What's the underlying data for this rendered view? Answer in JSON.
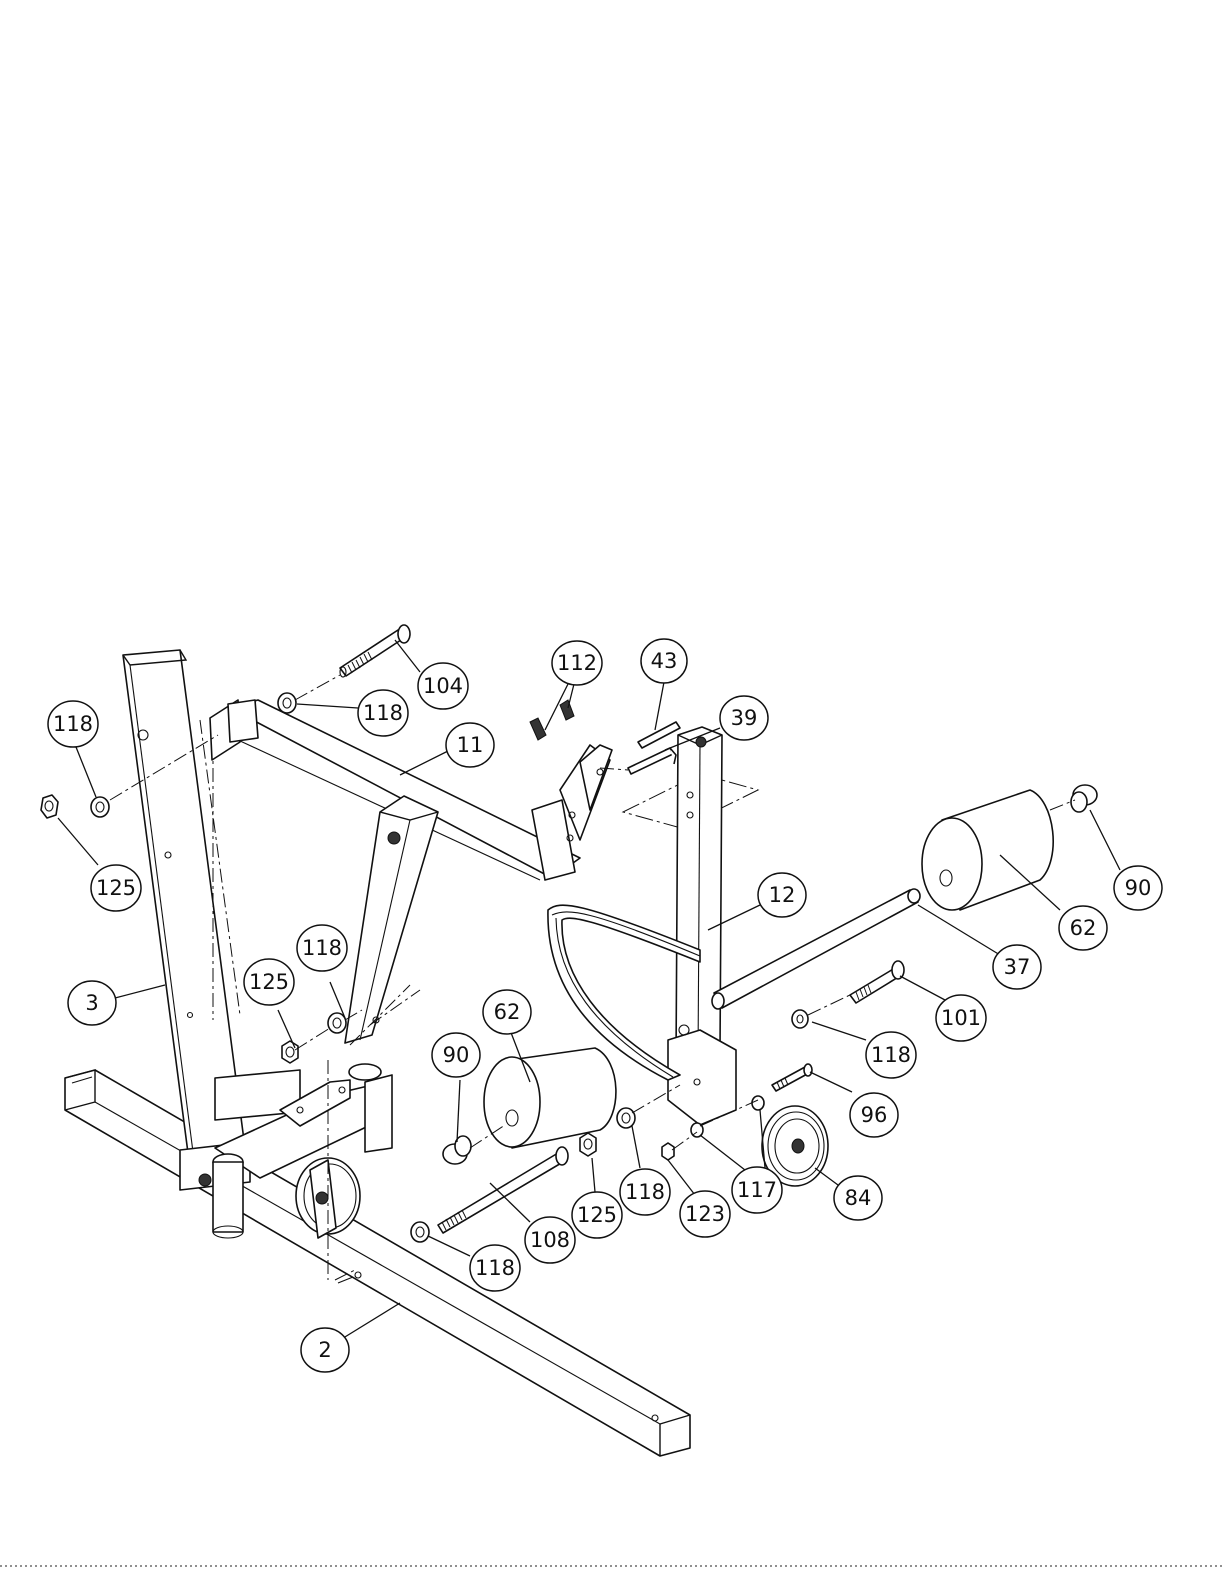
{
  "diagram": {
    "callouts": [
      {
        "id": "c-104",
        "label": "104"
      },
      {
        "id": "c-118a",
        "label": "118"
      },
      {
        "id": "c-118b",
        "label": "118"
      },
      {
        "id": "c-11",
        "label": "11"
      },
      {
        "id": "c-112",
        "label": "112"
      },
      {
        "id": "c-43",
        "label": "43"
      },
      {
        "id": "c-39",
        "label": "39"
      },
      {
        "id": "c-125a",
        "label": "125"
      },
      {
        "id": "c-12",
        "label": "12"
      },
      {
        "id": "c-62a",
        "label": "62"
      },
      {
        "id": "c-90a",
        "label": "90"
      },
      {
        "id": "c-37",
        "label": "37"
      },
      {
        "id": "c-118c",
        "label": "118"
      },
      {
        "id": "c-125b",
        "label": "125"
      },
      {
        "id": "c-3",
        "label": "3"
      },
      {
        "id": "c-62b",
        "label": "62"
      },
      {
        "id": "c-101",
        "label": "101"
      },
      {
        "id": "c-90b",
        "label": "90"
      },
      {
        "id": "c-118d",
        "label": "118"
      },
      {
        "id": "c-96",
        "label": "96"
      },
      {
        "id": "c-118e",
        "label": "118"
      },
      {
        "id": "c-117",
        "label": "117"
      },
      {
        "id": "c-84",
        "label": "84"
      },
      {
        "id": "c-125c",
        "label": "125"
      },
      {
        "id": "c-123",
        "label": "123"
      },
      {
        "id": "c-108",
        "label": "108"
      },
      {
        "id": "c-118f",
        "label": "118"
      },
      {
        "id": "c-2",
        "label": "2"
      }
    ]
  }
}
